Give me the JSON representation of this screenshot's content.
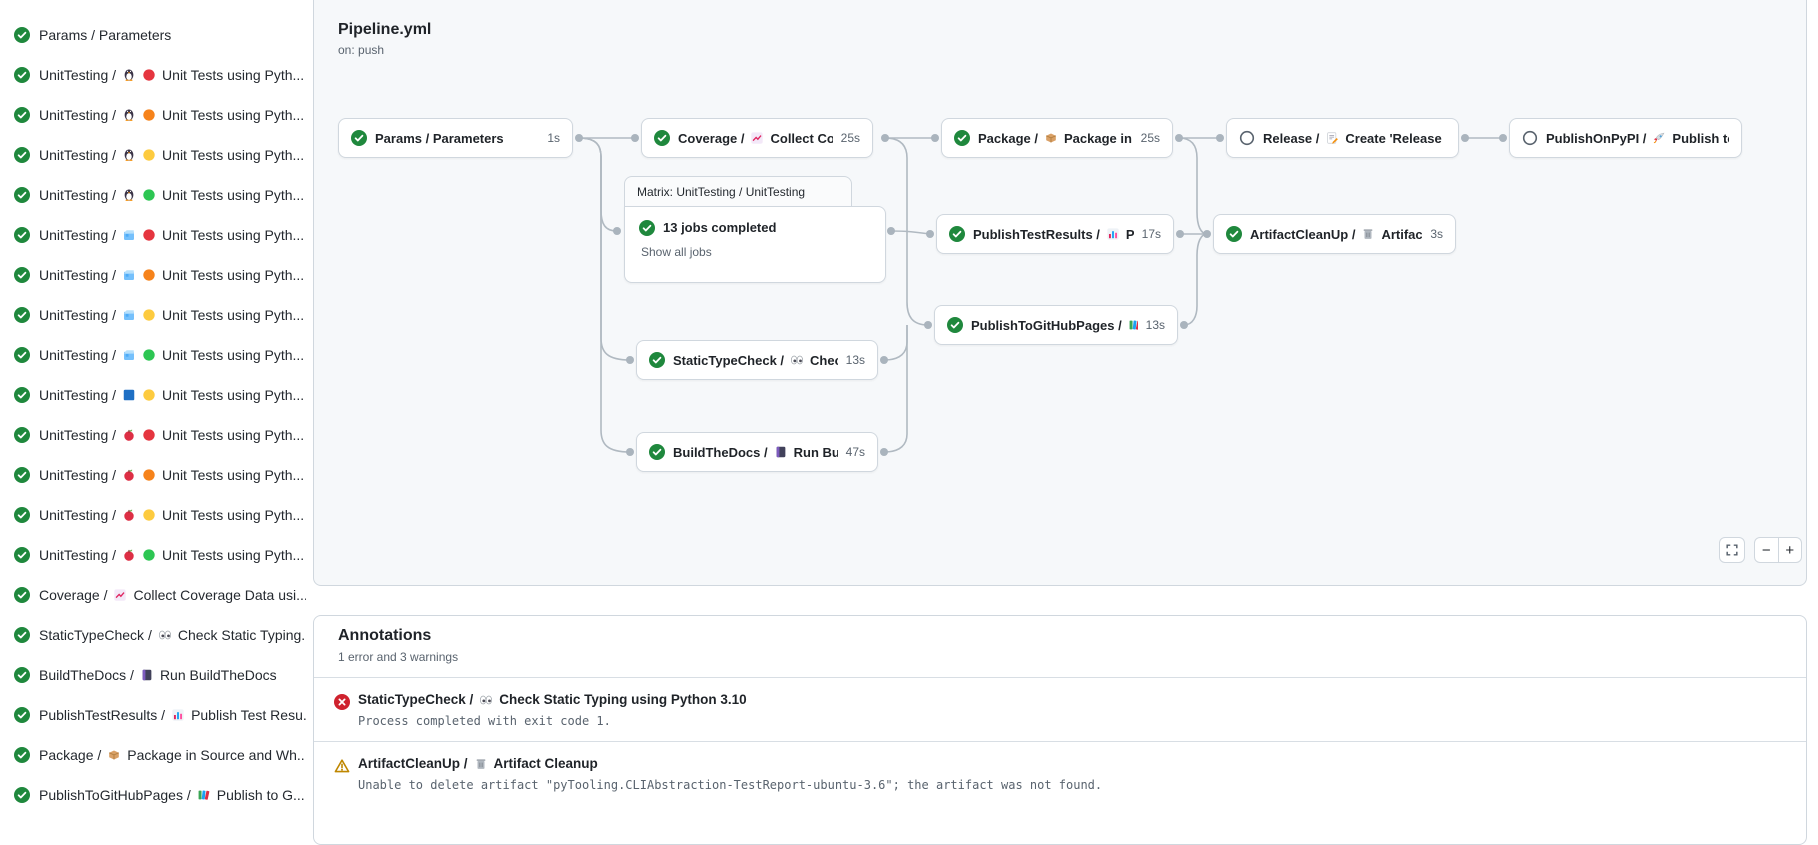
{
  "sidebar": {
    "jobs": [
      {
        "status": "success",
        "text_before": "Params / Parameters",
        "icons": [],
        "text_after": ""
      },
      {
        "status": "success",
        "text_before": "UnitTesting /",
        "icons": [
          "penguin",
          "circle-red"
        ],
        "text_after": "Unit Tests using Pyth..."
      },
      {
        "status": "success",
        "text_before": "UnitTesting /",
        "icons": [
          "penguin",
          "circle-orange"
        ],
        "text_after": "Unit Tests using Pyth..."
      },
      {
        "status": "success",
        "text_before": "UnitTesting /",
        "icons": [
          "penguin",
          "circle-yellow"
        ],
        "text_after": "Unit Tests using Pyth..."
      },
      {
        "status": "success",
        "text_before": "UnitTesting /",
        "icons": [
          "penguin",
          "circle-green"
        ],
        "text_after": "Unit Tests using Pyth..."
      },
      {
        "status": "success",
        "text_before": "UnitTesting /",
        "icons": [
          "ice-cube",
          "circle-red"
        ],
        "text_after": "Unit Tests using Pyth..."
      },
      {
        "status": "success",
        "text_before": "UnitTesting /",
        "icons": [
          "ice-cube",
          "circle-orange"
        ],
        "text_after": "Unit Tests using Pyth..."
      },
      {
        "status": "success",
        "text_before": "UnitTesting /",
        "icons": [
          "ice-cube",
          "circle-yellow"
        ],
        "text_after": "Unit Tests using Pyth..."
      },
      {
        "status": "success",
        "text_before": "UnitTesting /",
        "icons": [
          "ice-cube",
          "circle-green"
        ],
        "text_after": "Unit Tests using Pyth..."
      },
      {
        "status": "success",
        "text_before": "UnitTesting /",
        "icons": [
          "blue-square",
          "circle-yellow"
        ],
        "text_after": "Unit Tests using Pyth..."
      },
      {
        "status": "success",
        "text_before": "UnitTesting /",
        "icons": [
          "apple",
          "circle-red"
        ],
        "text_after": "Unit Tests using Pyth..."
      },
      {
        "status": "success",
        "text_before": "UnitTesting /",
        "icons": [
          "apple",
          "circle-orange"
        ],
        "text_after": "Unit Tests using Pyth..."
      },
      {
        "status": "success",
        "text_before": "UnitTesting /",
        "icons": [
          "apple",
          "circle-yellow"
        ],
        "text_after": "Unit Tests using Pyth..."
      },
      {
        "status": "success",
        "text_before": "UnitTesting /",
        "icons": [
          "apple",
          "circle-green"
        ],
        "text_after": "Unit Tests using Pyth..."
      },
      {
        "status": "success",
        "text_before": "Coverage /",
        "icons": [
          "chart-up"
        ],
        "text_after": "Collect Coverage Data usi..."
      },
      {
        "status": "success",
        "text_before": "StaticTypeCheck /",
        "icons": [
          "eyes"
        ],
        "text_after": "Check Static Typing..."
      },
      {
        "status": "success",
        "text_before": "BuildTheDocs /",
        "icons": [
          "notebook"
        ],
        "text_after": "Run BuildTheDocs"
      },
      {
        "status": "success",
        "text_before": "PublishTestResults /",
        "icons": [
          "barchart"
        ],
        "text_after": "Publish Test Resu..."
      },
      {
        "status": "success",
        "text_before": "Package /",
        "icons": [
          "package"
        ],
        "text_after": "Package in Source and Wh..."
      },
      {
        "status": "success",
        "text_before": "PublishToGitHubPages /",
        "icons": [
          "books"
        ],
        "text_after": "Publish to G..."
      }
    ]
  },
  "graph": {
    "title": "Pipeline.yml",
    "trigger": "on: push",
    "nodes": [
      {
        "id": "params",
        "status": "success",
        "text_before": "Params / Parameters",
        "icon": null,
        "text_after": "",
        "duration": "1s"
      },
      {
        "id": "coverage",
        "status": "success",
        "text_before": "Coverage /",
        "icon": "chart-up",
        "text_after": "Collect Cove...",
        "duration": "25s"
      },
      {
        "id": "package",
        "status": "success",
        "text_before": "Package /",
        "icon": "package",
        "text_after": "Package in So...",
        "duration": "25s"
      },
      {
        "id": "release",
        "status": "skipped",
        "text_before": "Release /",
        "icon": "memo",
        "text_after": "Create 'Release P...",
        "duration": ""
      },
      {
        "id": "publish-on-pypi",
        "status": "skipped",
        "text_before": "PublishOnPyPI /",
        "icon": "rocket",
        "text_after": "Publish to ...",
        "duration": ""
      },
      {
        "id": "publish-test-results",
        "status": "success",
        "text_before": "PublishTestResults /",
        "icon": "barchart",
        "text_after": "Pu...",
        "duration": "17s"
      },
      {
        "id": "artifact-cleanup",
        "status": "success",
        "text_before": "ArtifactCleanUp /",
        "icon": "trash",
        "text_after": "Artifac...",
        "duration": "3s"
      },
      {
        "id": "publish-to-github-pages",
        "status": "success",
        "text_before": "PublishToGitHubPages /",
        "icon": "books",
        "text_after": "...",
        "duration": "13s"
      },
      {
        "id": "static-type-check",
        "status": "success",
        "text_before": "StaticTypeCheck /",
        "icon": "eyes",
        "text_after": "Chec...",
        "duration": "13s"
      },
      {
        "id": "build-the-docs",
        "status": "success",
        "text_before": "BuildTheDocs /",
        "icon": "notebook",
        "text_after": "Run Buil...",
        "duration": "47s"
      }
    ],
    "matrix": {
      "title": "Matrix: UnitTesting / UnitTesting",
      "summary": "13 jobs completed",
      "link": "Show all jobs",
      "status": "success"
    },
    "controls": {
      "zoom_out": "−",
      "zoom_in": "+"
    }
  },
  "annotations": {
    "title": "Annotations",
    "subtitle": "1 error and 3 warnings",
    "items": [
      {
        "severity": "error",
        "text_before": "StaticTypeCheck /",
        "icon": "eyes",
        "text_after": "Check Static Typing using Python 3.10",
        "message": "Process completed with exit code 1."
      },
      {
        "severity": "warning",
        "text_before": "ArtifactCleanUp /",
        "icon": "trash",
        "text_after": "Artifact Cleanup",
        "message": "Unable to delete artifact \"pyTooling.CLIAbstraction-TestReport-ubuntu-3.6\"; the artifact was not found."
      }
    ]
  },
  "colors": {
    "success": "#1f883d",
    "error": "#cf222e",
    "warning": "#bf8700",
    "edge": "#b0b9c1",
    "panel_bg": "#f6f8fa",
    "border": "#d0d7de"
  }
}
